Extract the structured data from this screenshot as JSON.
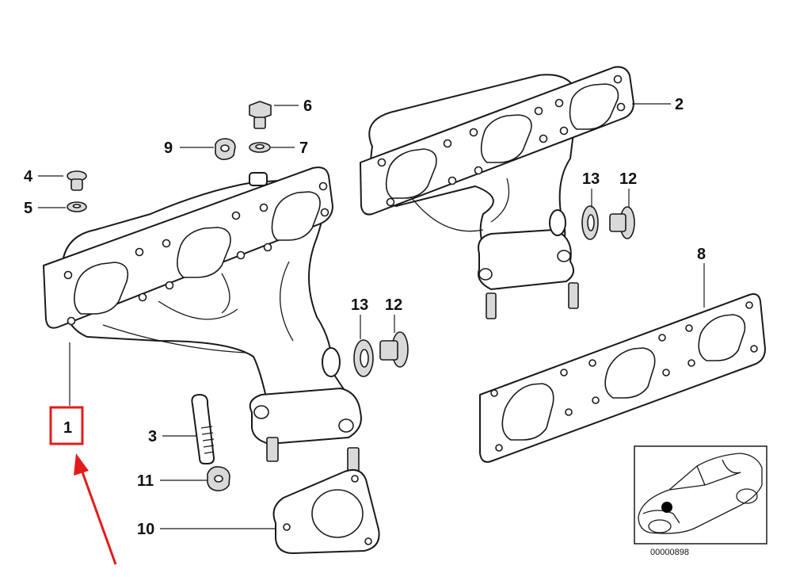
{
  "labels": {
    "p1": "1",
    "p2": "2",
    "p3": "3",
    "p4": "4",
    "p5": "5",
    "p6": "6",
    "p7": "7",
    "p8": "8",
    "p9": "9",
    "p10": "10",
    "p11": "11",
    "p12a": "12",
    "p13a": "13",
    "p12b": "12",
    "p13b": "13"
  },
  "reference_number": "00000898",
  "highlight_color": "#e41b1b"
}
